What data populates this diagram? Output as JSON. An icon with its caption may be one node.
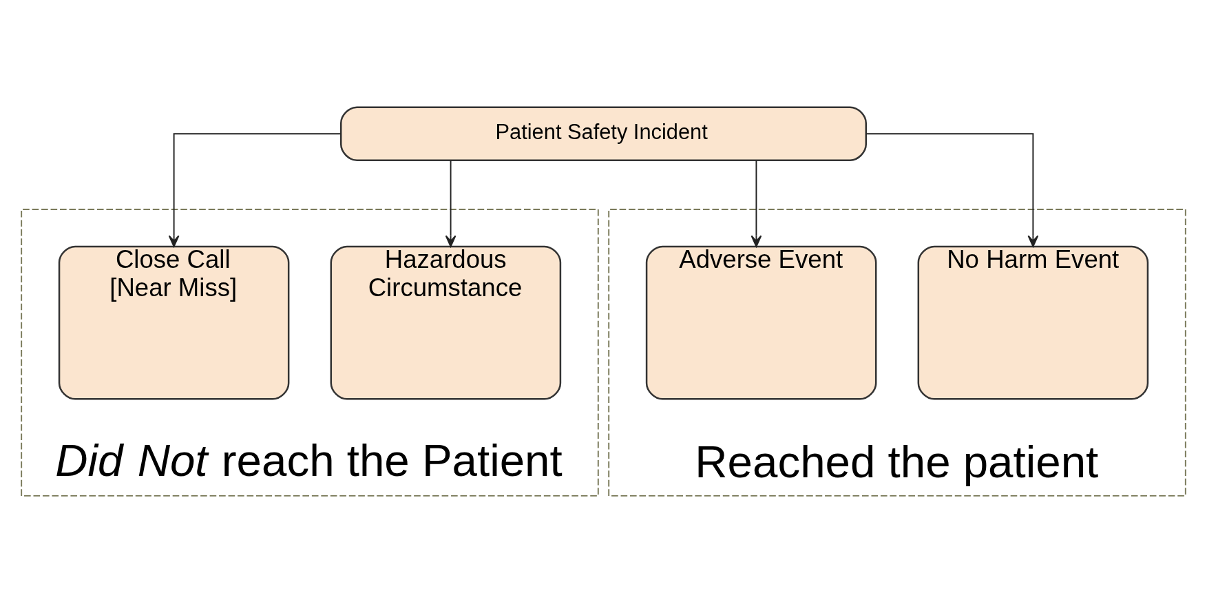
{
  "diagram": {
    "nodes": [
      {
        "text": [
          "Patient Safety Incident"
        ]
      },
      {
        "text": [
          "*Did* *Not* reach the Patient"
        ]
      },
      {
        "text": [
          "Hazardous Circumstance"
        ],
        "in": 1
      },
      {
        "text": [
          "Close Call [Near Miss]"
        ],
        "in": 1
      },
      {
        "text": [
          "Reached the patient"
        ]
      },
      {
        "text": [
          "No Harm Event"
        ],
        "in": 4
      },
      {
        "text": [
          "Adverse Event"
        ],
        "in": 4
      }
    ],
    "edges": [
      {
        "from": 0,
        "to": 2,
        "arrow": "to"
      },
      {
        "from": 0,
        "to": 3,
        "arrow": "to"
      },
      {
        "from": 0,
        "to": 5,
        "arrow": "to"
      },
      {
        "from": 0,
        "to": 6,
        "arrow": "to"
      }
    ]
  }
}
